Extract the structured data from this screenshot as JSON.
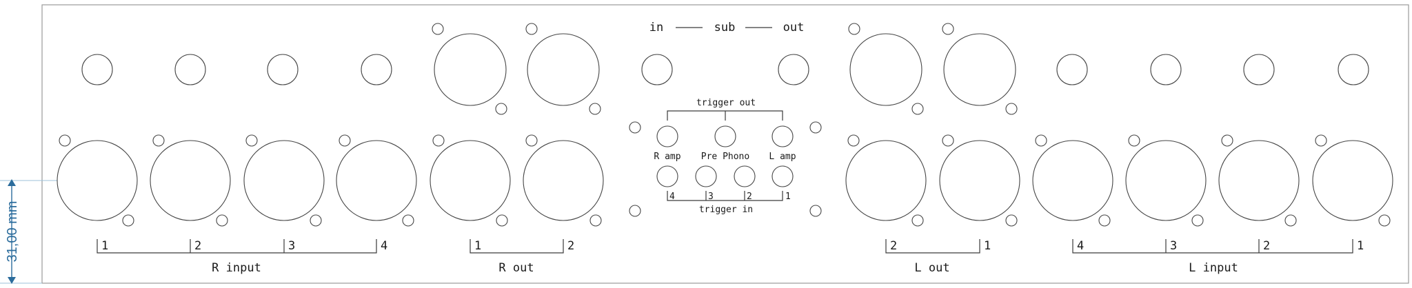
{
  "panel": {
    "dimension_label": "31,00 mm",
    "dimension_color": "#2b6c9c"
  },
  "labels": {
    "in": "in",
    "sub": "sub",
    "out": "out",
    "trigger_out": "trigger out",
    "trigger_in": "trigger in",
    "r_amp": "R amp",
    "pre_phono": "Pre Phono",
    "l_amp": "L amp",
    "r_input": "R input",
    "r_out": "R out",
    "l_out": "L out",
    "l_input": "L input"
  },
  "groups": {
    "r_input_nums": [
      "1",
      "2",
      "3",
      "4"
    ],
    "r_out_nums": [
      "1",
      "2"
    ],
    "l_out_nums": [
      "2",
      "1"
    ],
    "l_input_nums": [
      "4",
      "3",
      "2",
      "1"
    ],
    "trigger_in_nums": [
      "4",
      "3",
      "2",
      "1"
    ]
  }
}
